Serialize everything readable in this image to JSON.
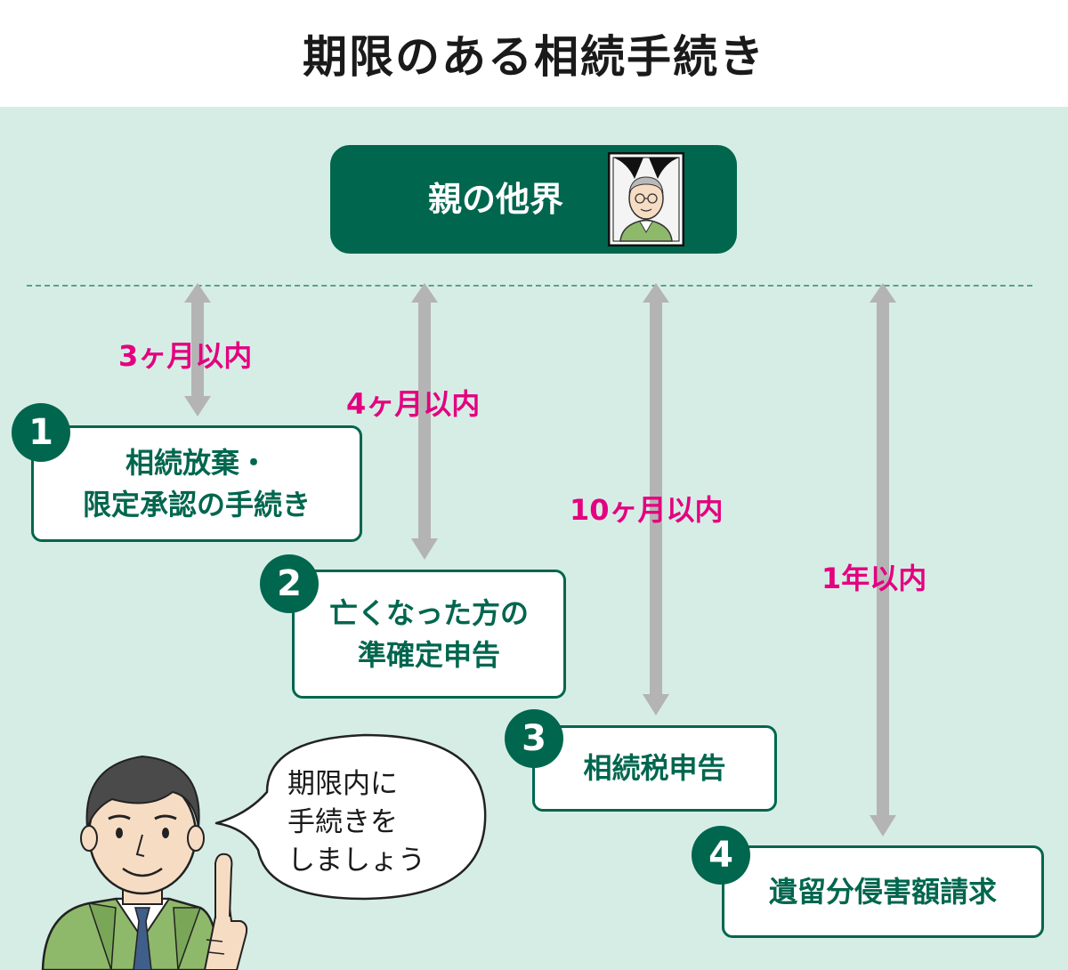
{
  "title": "期限のある相続手続き",
  "event": {
    "label": "親の他界",
    "portrait_icon": "deceased-parent-portrait-icon"
  },
  "periods": [
    {
      "id": 1,
      "label": "3ヶ月以内"
    },
    {
      "id": 2,
      "label": "4ヶ月以内"
    },
    {
      "id": 3,
      "label": "10ヶ月以内"
    },
    {
      "id": 4,
      "label": "1年以内"
    }
  ],
  "steps": [
    {
      "number": "1",
      "label": "相続放棄・\n限定承認の手続き"
    },
    {
      "number": "2",
      "label": "亡くなった方の\n準確定申告"
    },
    {
      "number": "3",
      "label": "相続税申告"
    },
    {
      "number": "4",
      "label": "遺留分侵害額請求"
    }
  ],
  "speech": "期限内に\n手続きを\nしましょう",
  "colors": {
    "accent": "#00664e",
    "period": "#e4007f",
    "background": "#d6ede6",
    "arrow": "#b4b4b4"
  }
}
